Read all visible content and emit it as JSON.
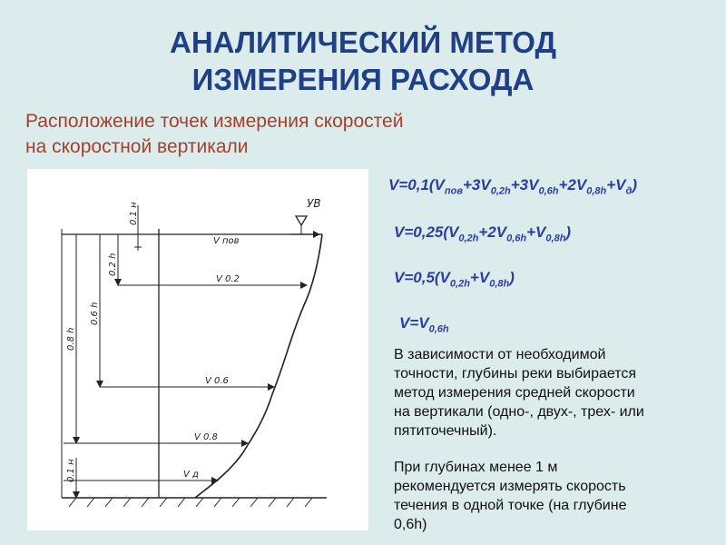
{
  "title": {
    "line1": "АНАЛИТИЧЕСКИЙ МЕТОД",
    "line2": "ИЗМЕРЕНИЯ РАСХОДА"
  },
  "subtitle": {
    "line1": "Расположение точек измерения скоростей",
    "line2": "на скоростной вертикали"
  },
  "diagram": {
    "water_level_label": "УВ",
    "depth_labels": {
      "d01h_top": "0.1 н",
      "d02h": "0.2 h",
      "d06h": "0.6 h",
      "d08h": "0.8 h",
      "d01h_bottom": "0.1 н"
    },
    "velocity_labels": {
      "surface": "V пов",
      "v02": "V 0.2",
      "v06": "V 0.6",
      "v08": "V 0.8",
      "bottom": "V д"
    }
  },
  "formulas": {
    "f1": {
      "lhs": "V=0,1(V",
      "t1": "пов",
      "p1": "+3V",
      "t2": "0,2h",
      "p2": "+3V",
      "t3": "0,6h",
      "p3": "+2V",
      "t4": "0,8h",
      "p4": "+V",
      "t5": "д",
      "end": ")"
    },
    "f2": {
      "lhs": "V=0,25(V",
      "t1": "0,2h",
      "p1": "+2V",
      "t2": "0,6h",
      "p2": "+V",
      "t3": "0,8h",
      "end": ")"
    },
    "f3": {
      "lhs": "V=0,5(V",
      "t1": "0,2h",
      "p1": "+V",
      "t2": "0,8h",
      "end": ")"
    },
    "f4": {
      "lhs": "V=V",
      "t1": "0,6h"
    }
  },
  "notes": {
    "n1_l1": "В зависимости от необходимой",
    "n1_l2": "точности, глубины реки выбирается",
    "n1_l3": "метод измерения средней скорости",
    "n1_l4": "на вертикали (одно-, двух-, трех- или",
    "n1_l5": "пятиточечный).",
    "n2_l1": "При глубинах менее 1 м",
    "n2_l2": "рекомендуется измерять скорость",
    "n2_l3": "течения в одной точке (на глубине",
    "n2_l4": "0,6h)"
  },
  "colors": {
    "title": "#1f3f86",
    "subtitle": "#a5412a",
    "formula": "#2b3d9d",
    "background": "#dcebeb"
  }
}
